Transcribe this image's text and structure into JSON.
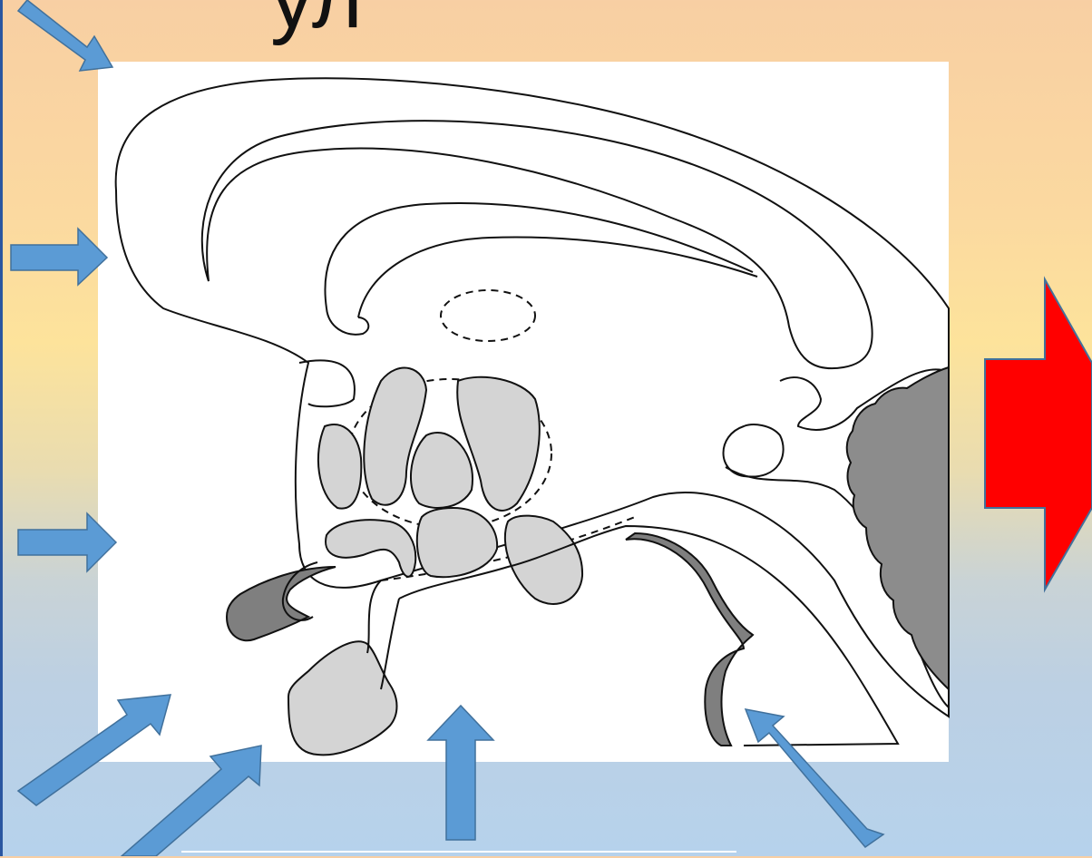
{
  "slide": {
    "title_fragment": "ул",
    "colors": {
      "arrow_blue": "#5b9bd5",
      "arrow_blue_stroke": "#41719c",
      "arrow_red": "#ff0000",
      "panel": "#ffffff",
      "light_gray": "#d4d4d4",
      "dark_gray": "#7f7f7f",
      "medium_gray": "#8c8c8c"
    },
    "arrows": {
      "blue": [
        "arrow-top-left",
        "arrow-left-upper",
        "arrow-left-middle",
        "arrow-bottom-left-1",
        "arrow-bottom-left-2",
        "arrow-bottom-center",
        "arrow-bottom-right"
      ],
      "red": "arrow-right-big"
    }
  }
}
